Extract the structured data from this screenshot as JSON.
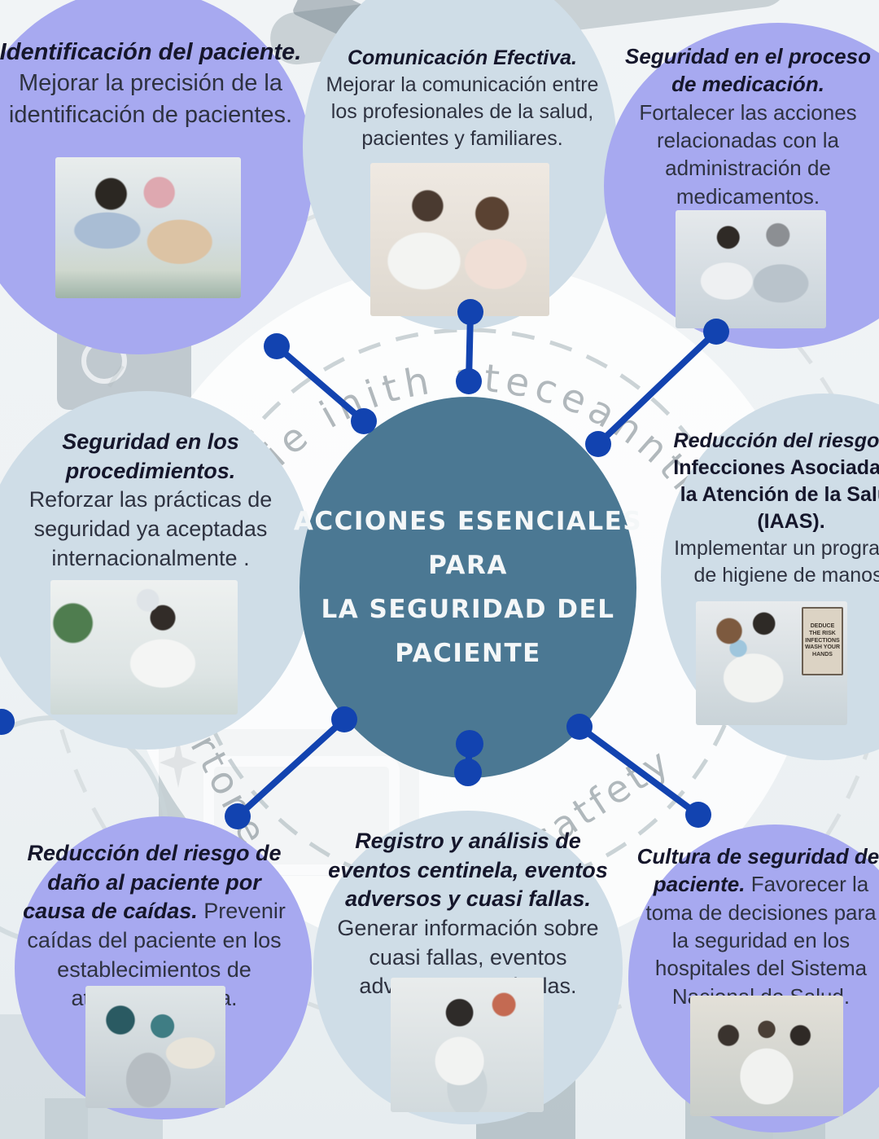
{
  "center_circle": {
    "lines": [
      "ACCIONES ESENCIALES",
      "PARA",
      "LA SEGURIDAD DEL",
      "PACIENTE"
    ]
  },
  "bubbles": [
    {
      "name": "identificacion-del-paciente",
      "title": "Identificación del paciente.",
      "body": "Mejorar la precisión de la identificación de pacientes.",
      "photo": "Enfermera registrando datos junto a un paciente en cama de hospital con flores"
    },
    {
      "name": "comunicacion-efectiva",
      "title": "Comunicación Efectiva.",
      "body": "Mejorar la comunicación entre los profesionales de la salud, pacientes y familiares.",
      "photo": "Doctora sonriente aplicando una vacuna a una niña"
    },
    {
      "name": "seguridad-proceso-medicacion",
      "title": "Seguridad en el proceso de medicación.",
      "body": "Fortalecer las acciones relacionadas con la administración de medicamentos.",
      "photo": "Médico joven atendiendo a un paciente adulto mayor"
    },
    {
      "name": "seguridad-en-los-procedimientos",
      "title": "Seguridad en los procedimientos.",
      "body": "Reforzar las prácticas de seguridad ya aceptadas internacionalmente .",
      "photo": "Enfermera con cubrebocas lavándose las manos junto a plantas y reloj de pared"
    },
    {
      "name": "reduccion-riesgo-iaas",
      "title_em": "Reducción del riesgo de",
      "title_strong": "Infecciones Asociadas a la Atención de la Salud (IAAS).",
      "body": "Implementar un programa de higiene de manos.",
      "photo": "Personal de salud con cubrebocas lavándose las manos",
      "poster_lines": [
        "DEDUCE",
        "THE RISK",
        "INFECTIONS",
        "WASH YOUR",
        "HANDS"
      ]
    },
    {
      "name": "reduccion-riesgo-caidas",
      "title": "Reducción del riesgo de daño al paciente por causa de caídas.",
      "body": "Prevenir  caídas del paciente en los establecimientos de atención médica.",
      "photo": "Personal médico ayudando a pacientes mayores a bajar escaleras"
    },
    {
      "name": "registro-analisis-eventos",
      "title": "Registro y análisis de eventos centinela, eventos adversos y cuasi fallas.",
      "body": "Generar información sobre cuasi fallas, eventos adversos y centinelas.",
      "photo": "Profesional de la salud llenando un registro junto a lámina de anatomía"
    },
    {
      "name": "cultura-de-seguridad",
      "title": "Cultura de seguridad del paciente.",
      "body": "Favorecer la toma de decisiones para la seguridad en los hospitales del Sistema Nacional de Salud.",
      "photo": "Equipo de médicos reunidos alrededor de una mesa de trabajo"
    }
  ],
  "watermarks": {
    "arc": "idcie inith ateceanntio",
    "left": "esrtone",
    "right": "satfety"
  },
  "colors": {
    "bubble_purple": "#a7a9f0",
    "bubble_light_blue": "#cfdde7",
    "center_teal": "#4b7893",
    "connector_blue": "#1243b0",
    "title_text": "#15162b",
    "body_text": "#2e3240",
    "watermark_grey": "#7f8b91"
  }
}
